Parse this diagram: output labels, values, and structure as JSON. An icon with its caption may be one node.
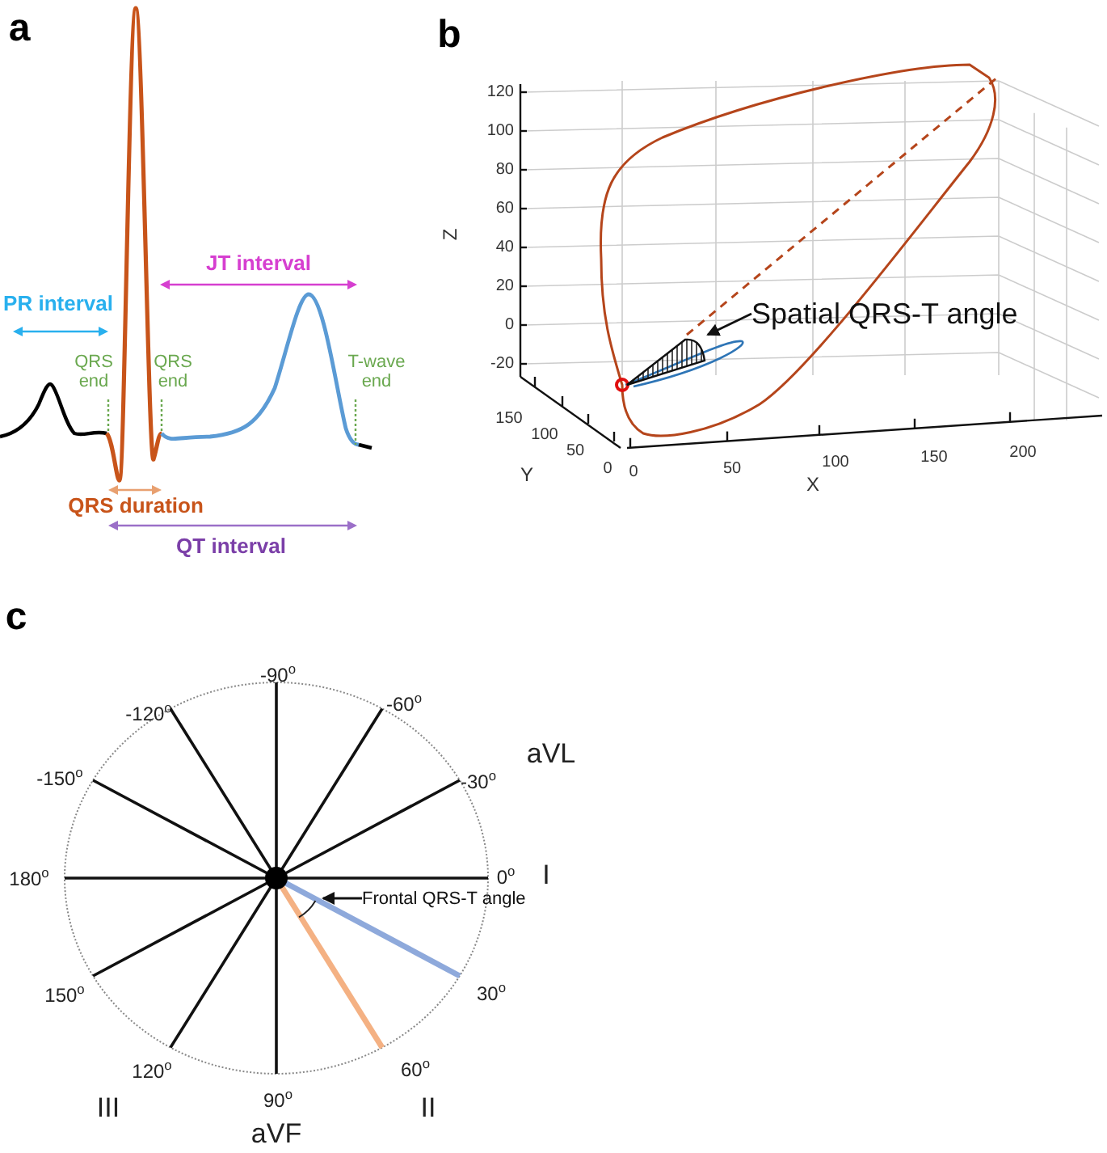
{
  "diagram": {
    "nodes": [
      {
        "text": [
          "Spatial QRS-T angle"
        ]
      },
      {
        "text": [],
        "shape": "sector"
      },
      {
        "text": [
          "Frontal QRS-T angle"
        ]
      },
      {
        "text": [],
        "shape": "arc"
      }
    ],
    "edges": [
      {
        "from": 0,
        "to": 1,
        "arrow": "to"
      },
      {
        "from": 2,
        "to": 3,
        "arrow": "to"
      }
    ],
    "labels": [
      "a",
      "b",
      "JT interval",
      "PR interval",
      "QRS end",
      "QRS end",
      "T-wave end",
      "QRS duration",
      "QT interval",
      "120",
      "100",
      "80",
      "60",
      "40",
      "20",
      "0",
      "-20",
      "Z",
      "150",
      "100",
      "50",
      "0",
      "Y",
      "0",
      "50",
      "100",
      "150",
      "200",
      "X",
      "c",
      "-90$^{o}$",
      "-120$^{o}$",
      "-60$^{o}$",
      "aVL",
      "-150$^{o}$",
      "-30$^{o}$",
      "180$^{o}$",
      "0$^{o}$",
      "I",
      "150$^{o}$",
      "30$^{o}$",
      "120$^{o}$",
      "60$^{o}$",
      "III",
      "90$^{o}$",
      "II",
      "aVF"
    ]
  }
}
